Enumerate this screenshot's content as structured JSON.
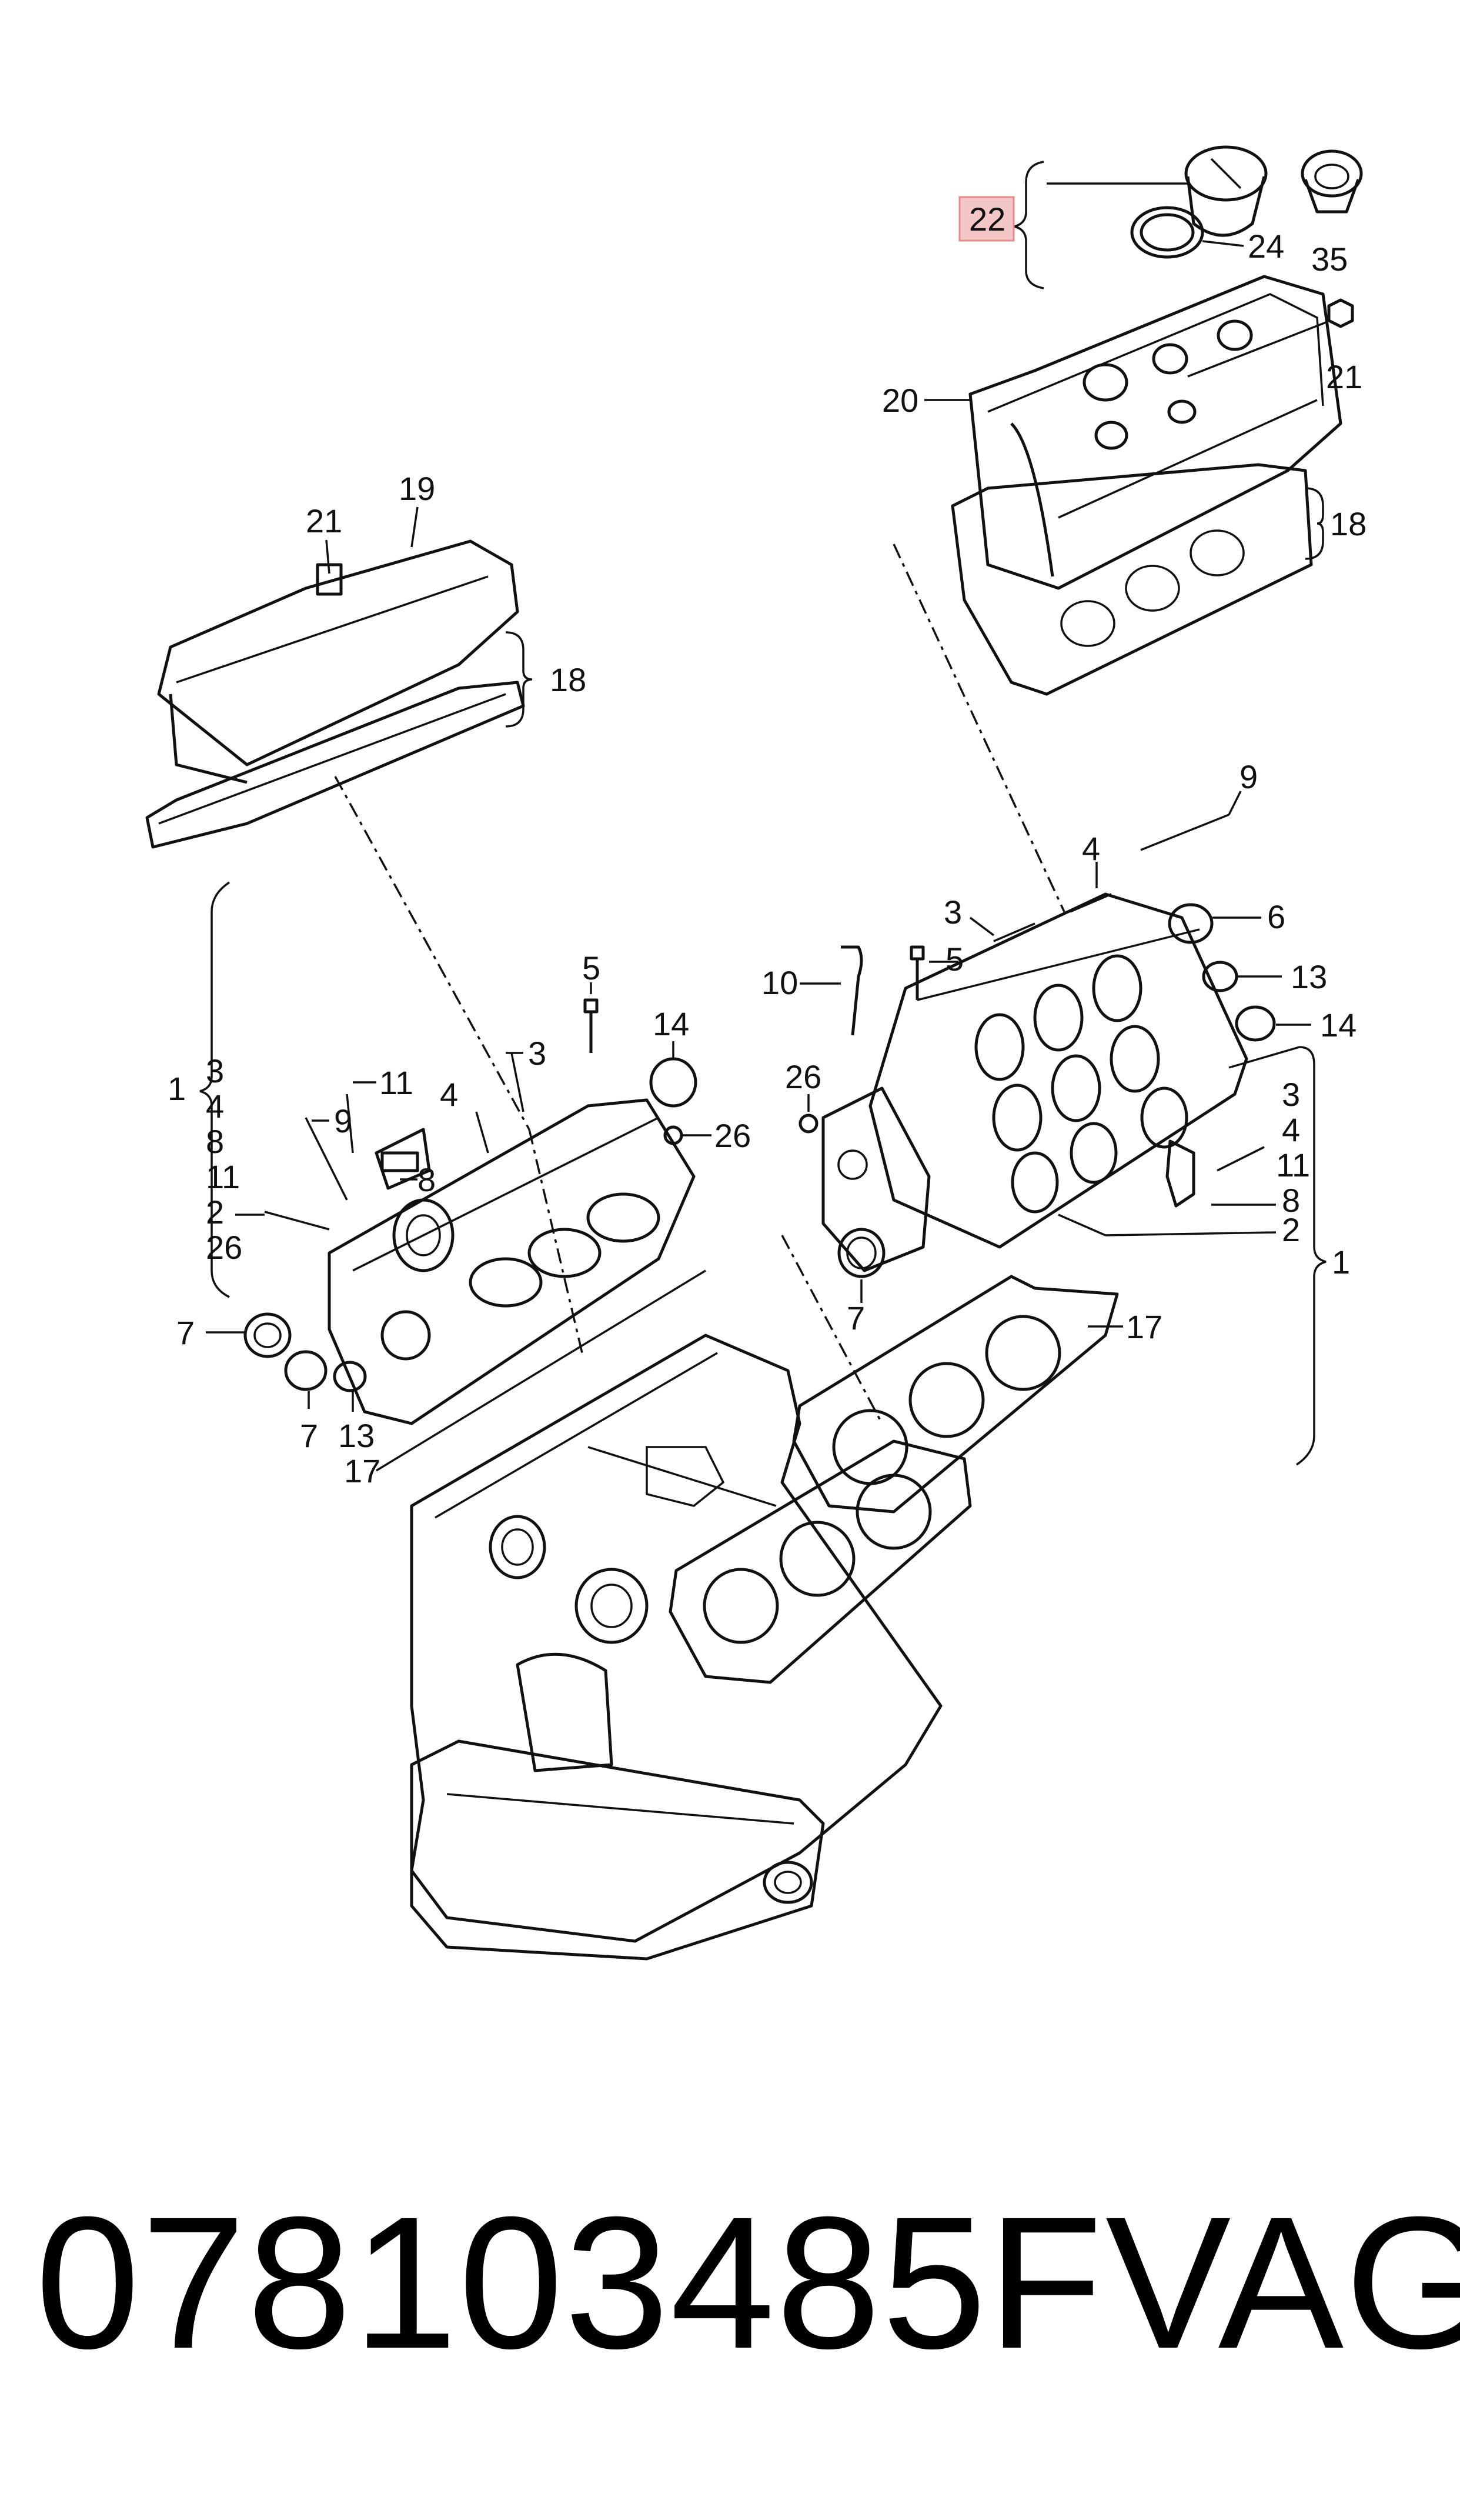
{
  "highlight_color": "#e88a8a",
  "callouts": {
    "c22": "22",
    "c24": "24",
    "c35": "35",
    "c20": "20",
    "c21a": "21",
    "c18a": "18",
    "c19": "19",
    "c21b": "21",
    "c18b": "18",
    "c9a": "9",
    "c4a": "4",
    "c3a": "3",
    "c6": "6",
    "c5a": "5",
    "c10": "10",
    "c13a": "13",
    "c14a": "14",
    "c26a": "26",
    "c3b": "3",
    "c4b": "4",
    "c11a": "11",
    "c8a": "8",
    "c2a": "2",
    "c1a": "1",
    "c7a": "7",
    "c17a": "17",
    "c5b": "5",
    "c3c": "3",
    "c14b": "14",
    "c1b": "1",
    "c3d": "3",
    "c4c": "4",
    "c8b": "8",
    "c11b": "11",
    "c2b": "2",
    "c26b": "26",
    "c11c": "11",
    "c9b": "9",
    "c4d": "4",
    "c8c": "8",
    "c26c": "26",
    "c7b": "7",
    "c7c": "7",
    "c13b": "13",
    "c17b": "17"
  },
  "caption": {
    "part_number": "078103485F",
    "brand": "VAG"
  }
}
